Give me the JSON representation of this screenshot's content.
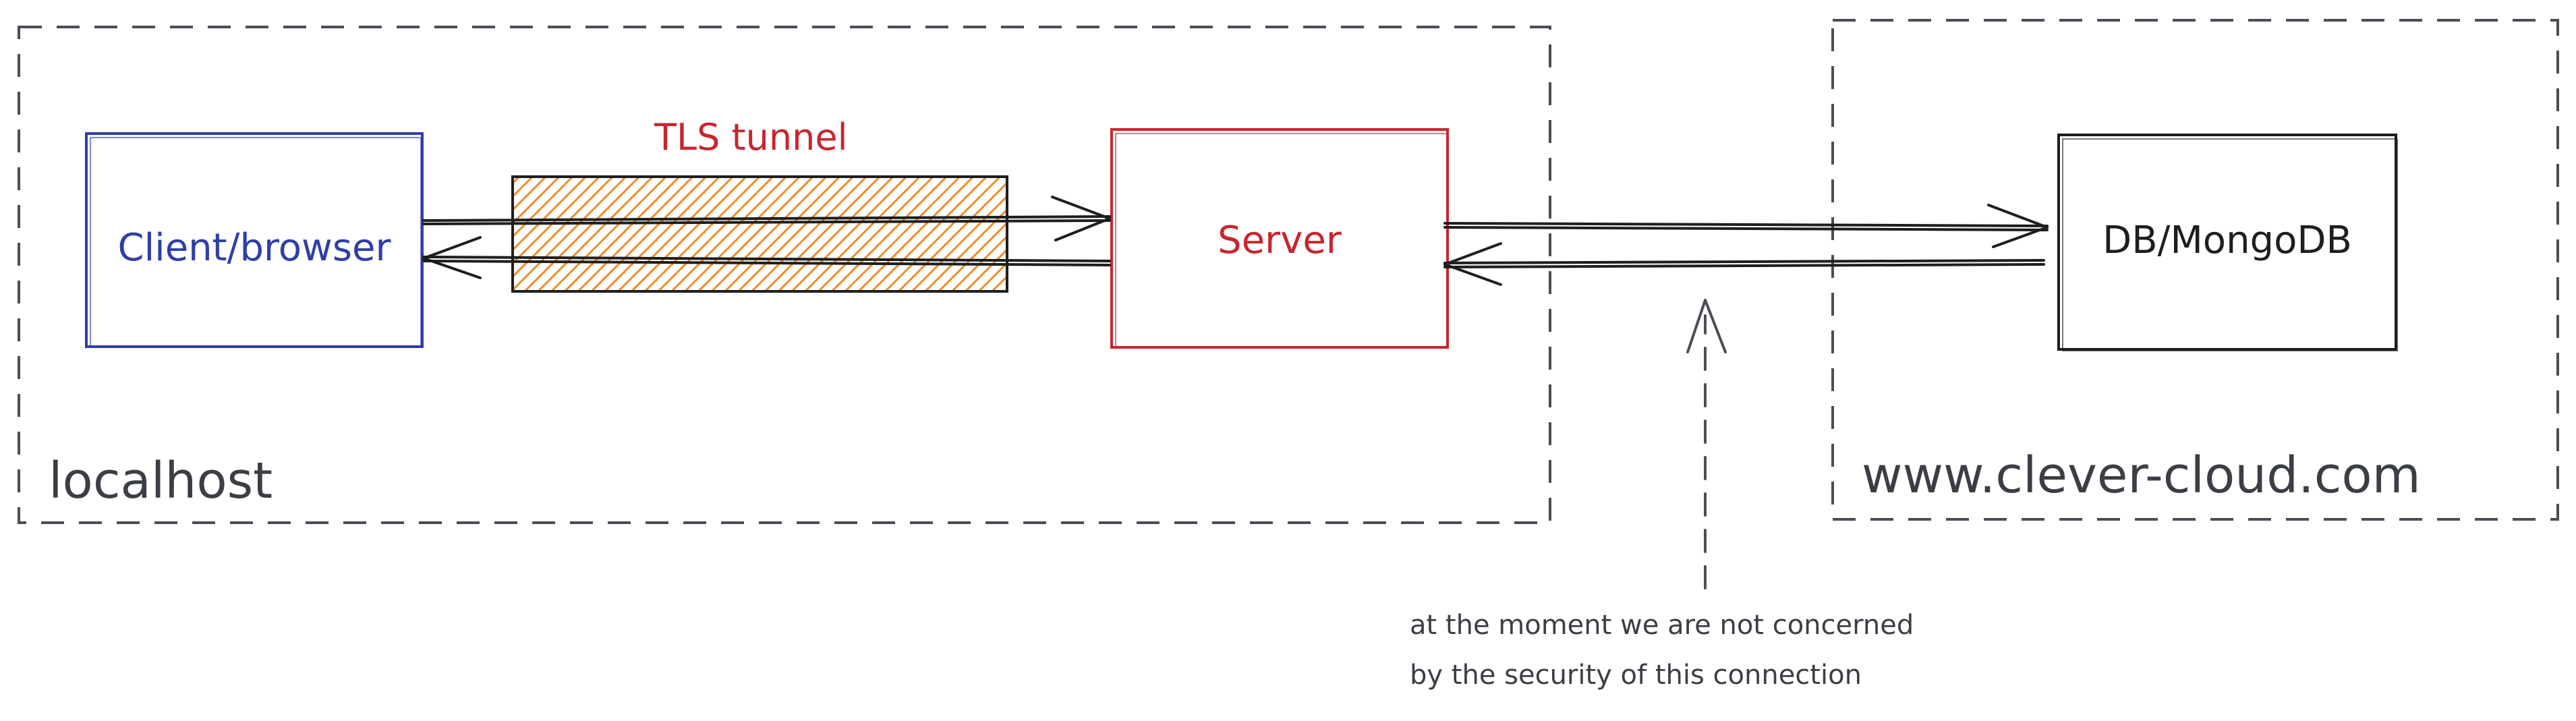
{
  "diagram": {
    "nodes": {
      "client": "Client/browser",
      "server": "Server",
      "db": "DB/MongoDB"
    },
    "tunnel_label": "TLS tunnel",
    "zones": {
      "local": "localhost",
      "cloud": "www.clever-cloud.com"
    },
    "note": {
      "line1": "at the moment we are not concerned",
      "line2": "by the security of this connection"
    },
    "colors": {
      "client": "#2f3ea8",
      "server": "#c9252d",
      "db": "#1e1e1e",
      "tunnel_fill": "#f08c2a",
      "dashed_border": "#4a4e55"
    }
  }
}
